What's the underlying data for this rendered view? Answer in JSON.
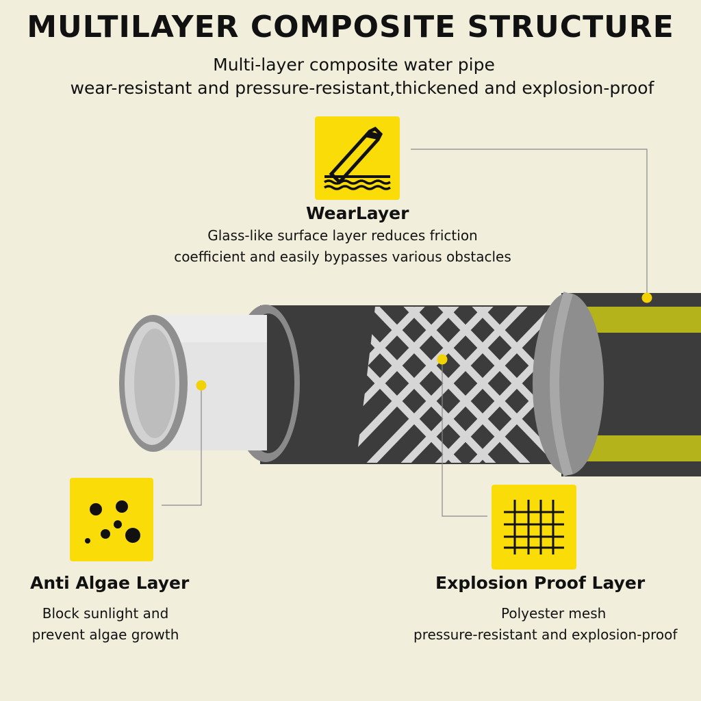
{
  "header": {
    "title": "MULTILAYER COMPOSITE STRUCTURE",
    "subtitle_1": "Multi-layer composite water pipe",
    "subtitle_2": "wear-resistant and pressure-resistant,thickened and explosion-proof"
  },
  "layers": {
    "wear": {
      "title": "WearLayer",
      "desc_1": "Glass-like surface layer reduces friction",
      "desc_2": "coefficient and easily bypasses various obstacles",
      "icon": "knife-cutting-surface-icon"
    },
    "algae": {
      "title": "Anti Algae Layer",
      "desc_1": "Block sunlight and",
      "desc_2": "prevent algae growth",
      "icon": "dots-icon"
    },
    "explosion": {
      "title": "Explosion Proof Layer",
      "desc_1": "Polyester mesh",
      "desc_2": "pressure-resistant and explosion-proof",
      "icon": "grid-mesh-icon"
    }
  },
  "colors": {
    "background": "#f2eedc",
    "accent_yellow": "#f9dc08",
    "hose_black": "#3a3a3a",
    "stripe_yellow": "#b5b31c",
    "inner_tube": "#e6e6e6"
  }
}
